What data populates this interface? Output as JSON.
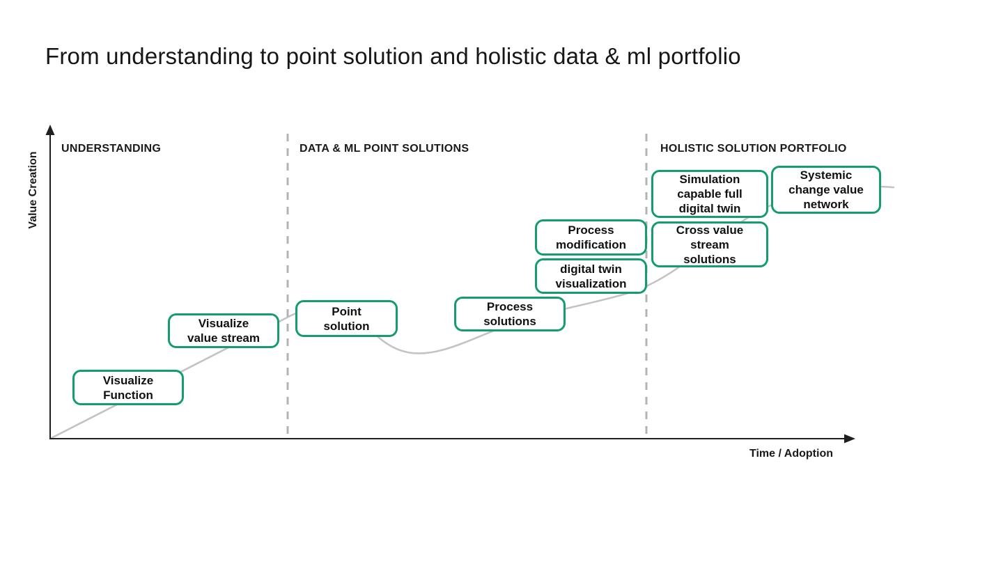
{
  "title": "From understanding to point solution and holistic data & ml portfolio",
  "axes": {
    "y_label": "Value Creation",
    "x_label": "Time / Adoption"
  },
  "phases": [
    {
      "label": "UNDERSTANDING"
    },
    {
      "label": "DATA & ML POINT SOLUTIONS"
    },
    {
      "label": "HOLISTIC SOLUTION PORTFOLIO"
    }
  ],
  "milestones": [
    {
      "label": "Visualize\nFunction"
    },
    {
      "label": "Visualize\nvalue stream"
    },
    {
      "label": "Point\nsolution"
    },
    {
      "label": "Process\nsolutions"
    },
    {
      "label": "digital twin\nvisualization"
    },
    {
      "label": "Process\nmodification"
    },
    {
      "label": "Cross value\nstream\nsolutions"
    },
    {
      "label": "Simulation\ncapable full\ndigital twin"
    },
    {
      "label": "Systemic\nchange value\nnetwork"
    }
  ],
  "colors": {
    "accent_green": "#159c6e",
    "curve_gray": "#c3c3c3",
    "divider_gray": "#b3b3b3",
    "axis_black": "#1f1f1f",
    "text_dark": "#161616"
  }
}
